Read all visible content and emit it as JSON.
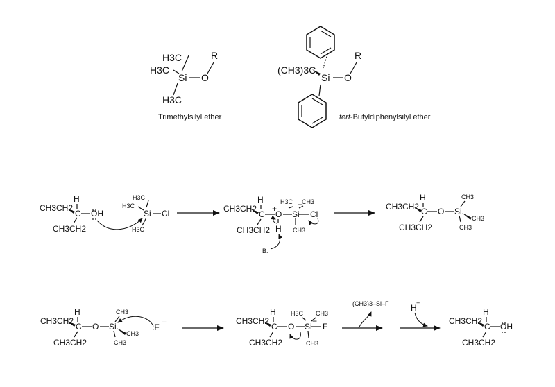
{
  "top": {
    "tms": {
      "h3c_top": "H3C",
      "h3c_left": "H3C",
      "h3c_bottom": "H3C",
      "si": "Si",
      "o": "O",
      "r": "R",
      "caption": "Trimethylsilyl ether"
    },
    "tbdps": {
      "tbu": "(CH3)3C",
      "si": "Si",
      "o": "O",
      "r": "R",
      "caption_italic": "tert",
      "caption_rest": "-Butyldiphenylsilyl ether"
    }
  },
  "row1": {
    "reactant": {
      "h": "H",
      "ethyl_top": "CH3CH2",
      "c": "C",
      "oh": "OH",
      "ethyl_bottom": "CH3CH2"
    },
    "tmscl": {
      "h3c_top": "H3C",
      "h3c_left": "H3C",
      "h3c_bottom": "H3C",
      "si": "Si",
      "cl": "Cl"
    },
    "intermediate": {
      "h": "H",
      "ethyl_top": "CH3CH2",
      "c": "C",
      "plus": "+",
      "o": "O",
      "si": "Si",
      "minus": "−",
      "h3c": "H3C",
      "ch3_top": "CH3",
      "ch3_bottom": "CH3",
      "cl": "Cl",
      "ethyl_bottom": "CH3CH2",
      "oh_h": "H",
      "base": "B:"
    },
    "product": {
      "h": "H",
      "ethyl_top": "CH3CH2",
      "c": "C",
      "o": "O",
      "si": "Si",
      "ch3_top": "CH3",
      "ch3_right": "CH3",
      "ch3_bottom": "CH3",
      "ethyl_bottom": "CH3CH2"
    }
  },
  "row2": {
    "reactant": {
      "h": "H",
      "ethyl_top": "CH3CH2",
      "c": "C",
      "o": "O",
      "si": "Si",
      "ch3_top": "CH3",
      "ch3_right": "CH3",
      "ch3_bottom": "CH3",
      "ethyl_bottom": "CH3CH2",
      "fluoride": ":F",
      "fluoride_charge": "−"
    },
    "intermediate": {
      "h": "H",
      "ethyl_top": "CH3CH2",
      "c": "C",
      "o": "O",
      "si": "Si",
      "minus": "−",
      "h3c": "H3C",
      "ch3_top": "CH3",
      "f": "F",
      "ch3_bottom": "CH3",
      "ethyl_bottom": "CH3CH2"
    },
    "leaving": "(CH3)3–Si–F",
    "proton": "H",
    "proton_charge": "+",
    "product": {
      "h": "H",
      "ethyl_top": "CH3CH2",
      "c": "C",
      "oh": "OH",
      "ethyl_bottom": "CH3CH2"
    }
  }
}
